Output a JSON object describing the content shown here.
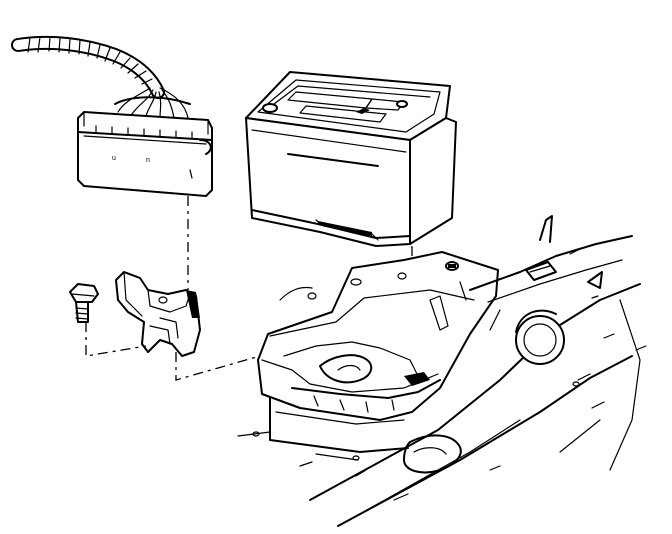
{
  "diagram": {
    "parts": [
      {
        "id": "wiring-harness",
        "kind": "harness"
      },
      {
        "id": "fuse-relay-block",
        "kind": "electrical-center"
      },
      {
        "id": "battery",
        "kind": "battery"
      },
      {
        "id": "mounting-bracket",
        "kind": "bracket"
      },
      {
        "id": "bolt",
        "kind": "fastener"
      },
      {
        "id": "battery-tray",
        "kind": "tray"
      },
      {
        "id": "frame-rail",
        "kind": "chassis"
      }
    ],
    "colors": {
      "ink": "#000000",
      "paper": "#ffffff"
    }
  }
}
